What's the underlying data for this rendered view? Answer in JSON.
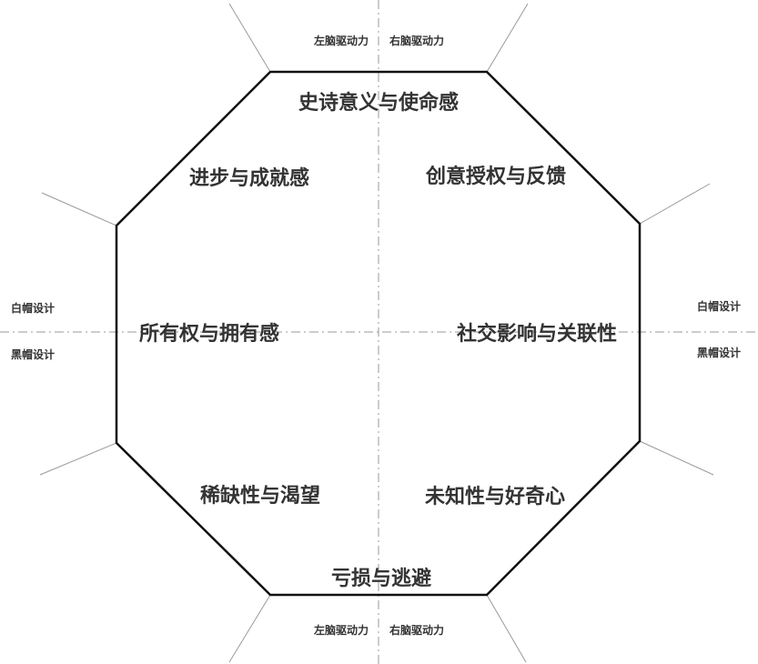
{
  "labels": {
    "left_brain": "左脑驱动力",
    "right_brain": "右脑驱动力",
    "white_hat": "白帽设计",
    "black_hat": "黑帽设计"
  },
  "drives": {
    "top": "史诗意义与使命感",
    "upper_left": "进步与成就感",
    "upper_right": "创意授权与反馈",
    "left": "所有权与拥有感",
    "right": "社交影响与关联性",
    "lower_left": "稀缺性与渴望",
    "lower_right": "未知性与好奇心",
    "bottom": "亏损与逃避"
  },
  "colors": {
    "outline": "#111111",
    "divider": "#999999",
    "spoke": "#999999",
    "text": "#333333"
  }
}
